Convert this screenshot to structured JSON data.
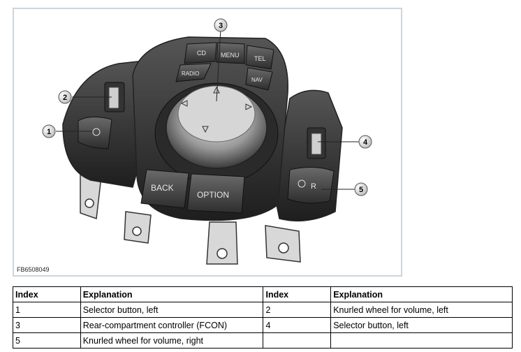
{
  "figure": {
    "code": "FB6508049",
    "callouts": [
      "1",
      "2",
      "3",
      "4",
      "5"
    ],
    "key_labels": {
      "cd": "CD",
      "menu": "MENU",
      "tel": "TEL",
      "radio": "RADIO",
      "nav": "NAV",
      "back": "BACK",
      "option": "OPTION",
      "selector_right": "R"
    }
  },
  "table": {
    "headers": [
      "Index",
      "Explanation",
      "Index",
      "Explanation"
    ],
    "rows": [
      [
        "1",
        "Selector button, left",
        "2",
        "Knurled wheel for volume, left"
      ],
      [
        "3",
        "Rear-compartment controller (FCON)",
        "4",
        "Selector button, left"
      ],
      [
        "5",
        "Knurled wheel for volume, right",
        "",
        ""
      ]
    ]
  }
}
